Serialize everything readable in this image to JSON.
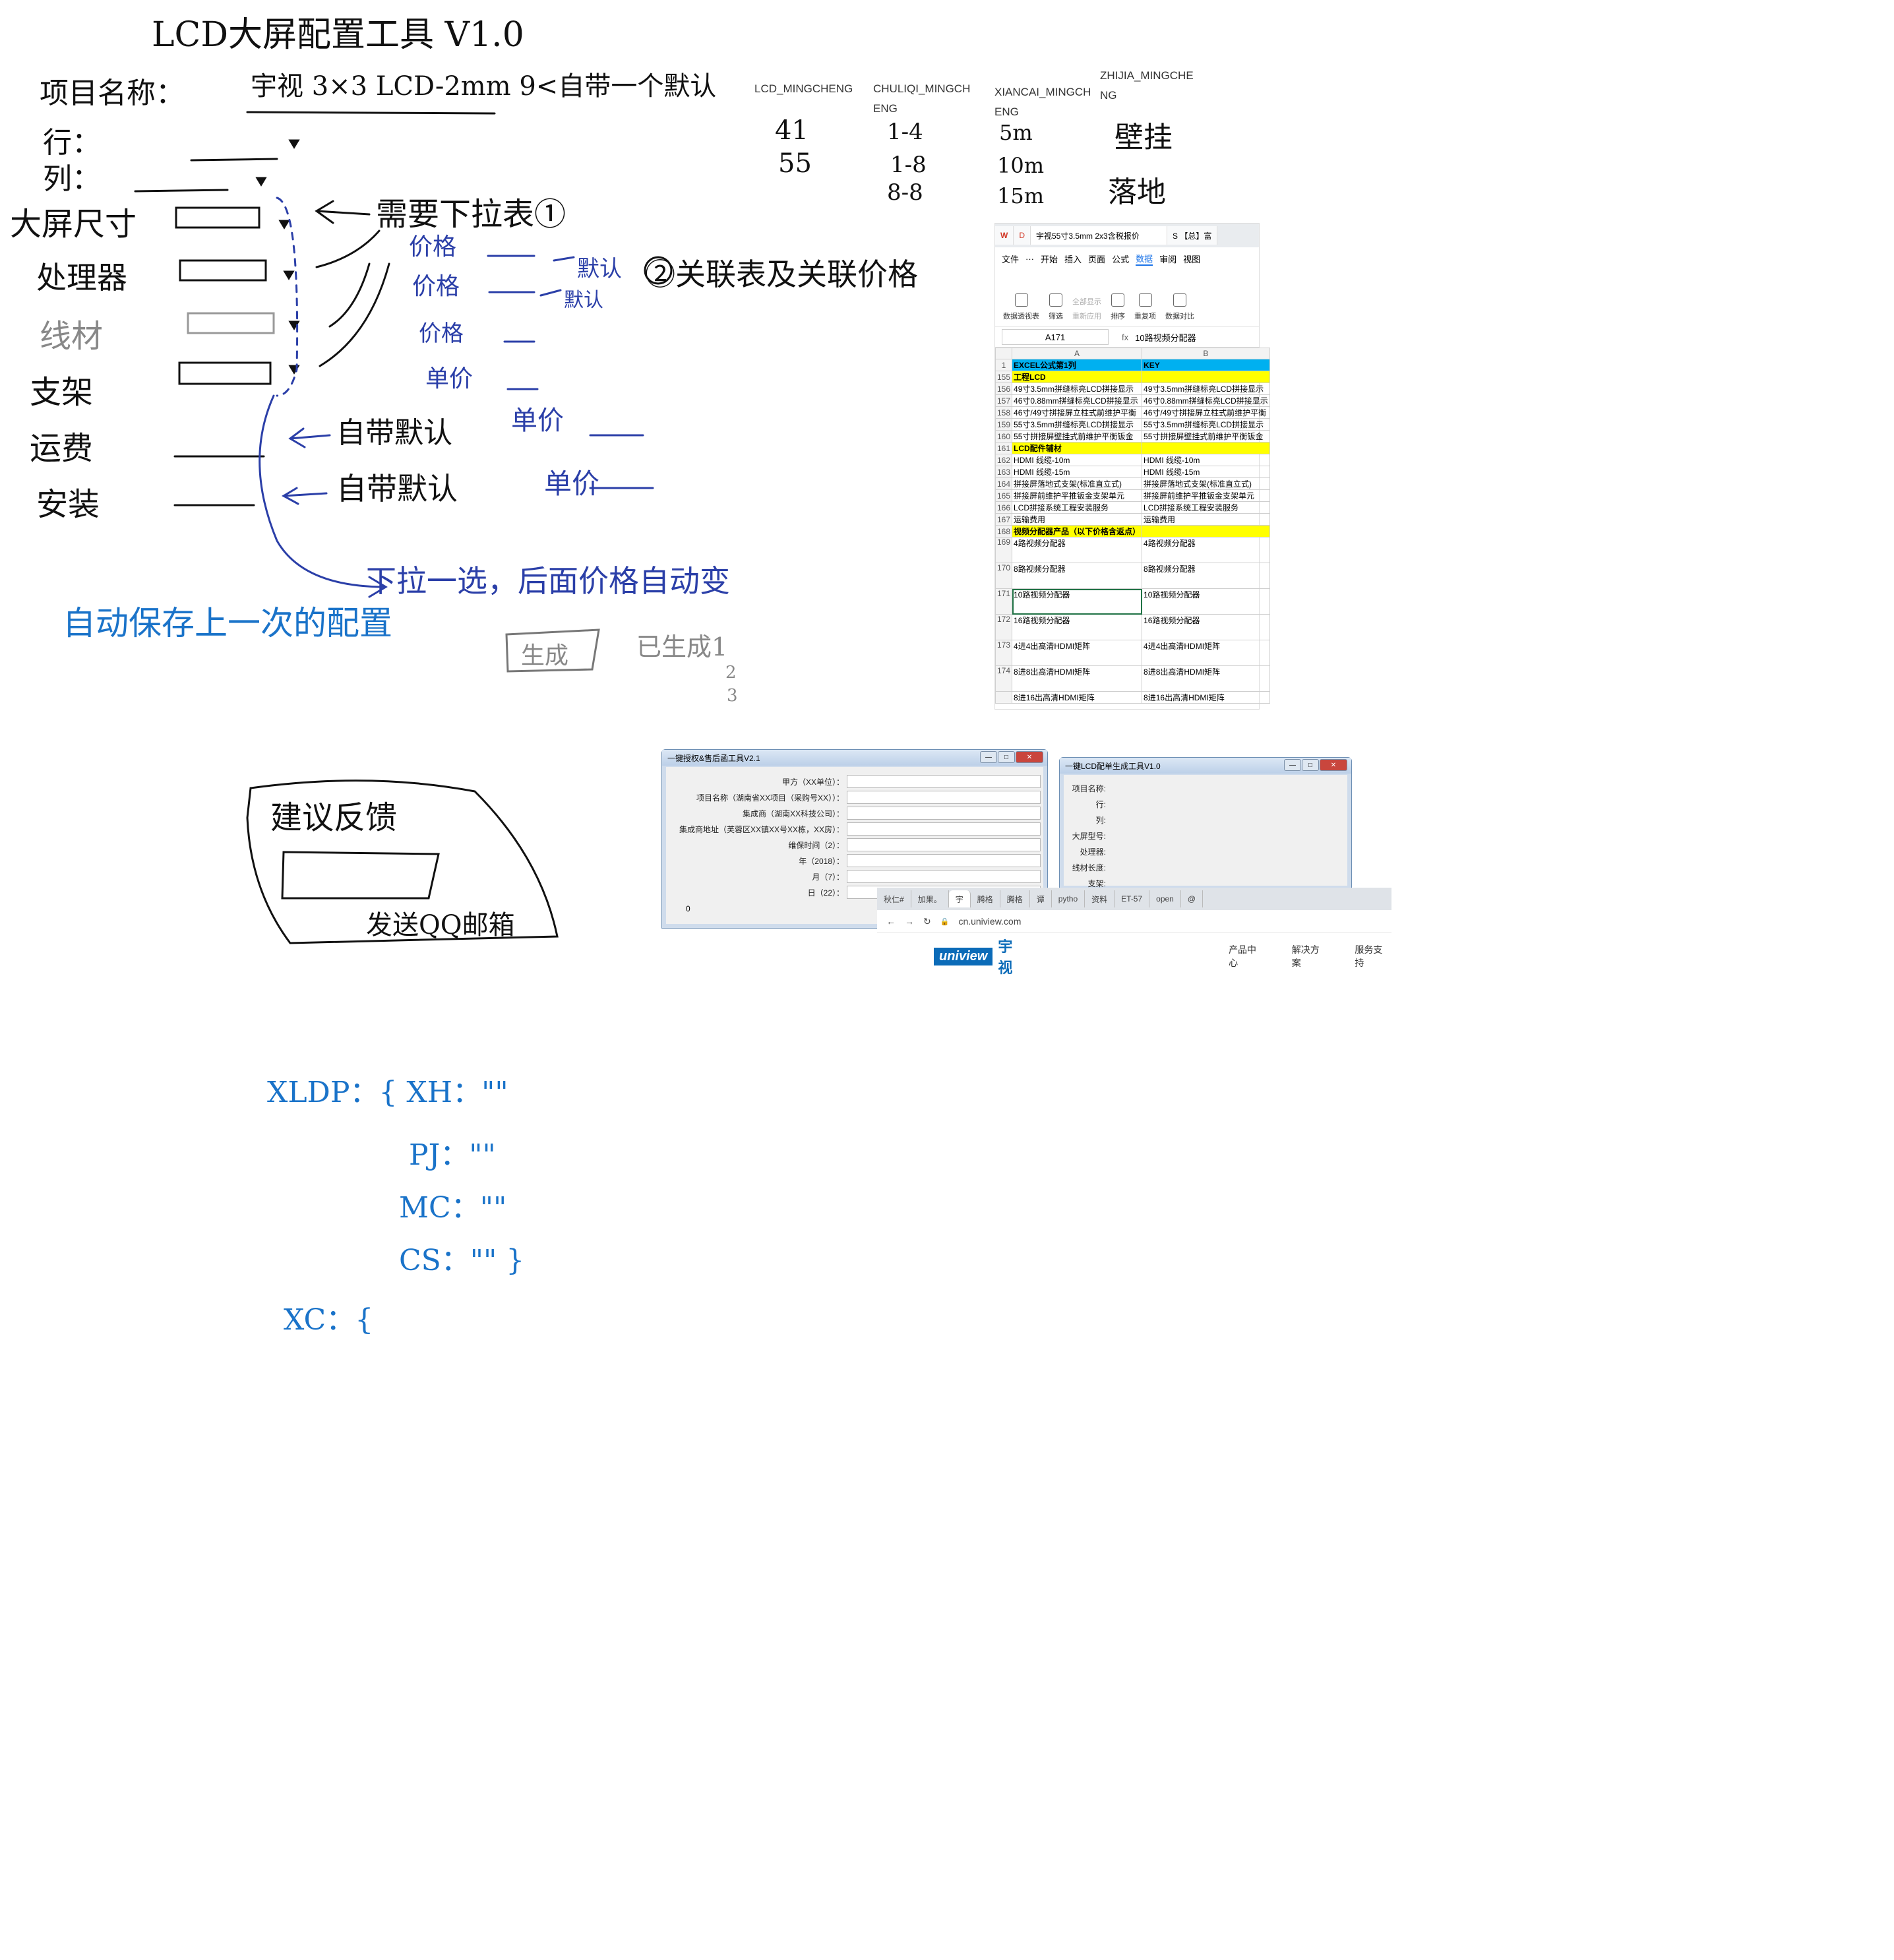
{
  "sketch": {
    "title": "LCD大屏配置工具 V1.0",
    "project_label": "项目名称：",
    "project_value": "宇视 3×3 LCD-2mm 9<自带一个默认",
    "row_label": "行：",
    "col_label": "列：",
    "size_label": "大屏尺寸",
    "processor_label": "处理器",
    "cable_label": "线材",
    "bracket_label": "支架",
    "freight_label": "运费",
    "install_label": "安装",
    "note_dropdown": "需要下拉表①",
    "price_1": "价格",
    "price_2": "价格",
    "price_3": "价格",
    "price_4": "单价",
    "note_default_1": "默认",
    "note_default_2": "默认",
    "note_related": "②关联表及关联价格",
    "note_freight": "自带默认",
    "note_freight_price": "单价",
    "note_install": "自带默认",
    "note_install_price": "单价",
    "note_auto_price": "下拉一选，后面价格自动变",
    "note_auto_save": "自动保存上一次的配置",
    "generate_button": "生成",
    "generated_note": "已生成1",
    "generated_2": "2",
    "generated_3": "3",
    "feedback_title": "建议反馈",
    "feedback_send": "发送QQ邮箱",
    "code_lines": [
      "XLDP：{ XH：\"\"",
      "PJ：\"\"",
      "MC：\"\"",
      "CS：\"\" }",
      "XC：{"
    ]
  },
  "data_table": {
    "headers": [
      "LCD_MINGCHENG",
      "CHULIQI_MINGCHENG",
      "XIANCAI_MINGCHENG",
      "ZHIJIA_MINGCHENG"
    ],
    "col1": [
      "41",
      "55"
    ],
    "col2": [
      "1-4",
      "1-8",
      "8-8"
    ],
    "col3": [
      "5m",
      "10m",
      "15m"
    ],
    "col4": [
      "壁挂",
      "落地"
    ]
  },
  "spreadsheet": {
    "tabs": [
      "W",
      "D",
      "宇视55寸3.5mm 2x3含税报价",
      "S 【总】富"
    ],
    "menu": [
      "文件",
      "···",
      "开始",
      "插入",
      "页面",
      "公式",
      "数据",
      "审阅",
      "视图"
    ],
    "active_menu": "数据",
    "tools": [
      "数据透视表",
      "筛选",
      "全部显示",
      "重新应用",
      "排序",
      "重复项",
      "数据对比"
    ],
    "namebox": "A171",
    "formula": "10路视频分配器",
    "col_headers": [
      "A",
      "B"
    ],
    "rows": [
      {
        "n": "1",
        "a": "EXCEL公式第1列",
        "b": "KEY",
        "style": "cyan"
      },
      {
        "n": "155",
        "a": "工程LCD",
        "b": "",
        "style": "yellow"
      },
      {
        "n": "156",
        "a": "49寸3.5mm拼缝标亮LCD拼接显示",
        "b": "49寸3.5mm拼缝标亮LCD拼接显示",
        "style": ""
      },
      {
        "n": "157",
        "a": "46寸0.88mm拼缝标亮LCD拼接显示",
        "b": "46寸0.88mm拼缝标亮LCD拼接显示",
        "style": ""
      },
      {
        "n": "158",
        "a": "46寸/49寸拼接屏立柱式前维护平衡",
        "b": "46寸/49寸拼接屏立柱式前维护平衡",
        "style": ""
      },
      {
        "n": "159",
        "a": "55寸3.5mm拼缝标亮LCD拼接显示",
        "b": "55寸3.5mm拼缝标亮LCD拼接显示",
        "style": ""
      },
      {
        "n": "160",
        "a": "55寸拼接屏壁挂式前维护平衡钣金",
        "b": "55寸拼接屏壁挂式前维护平衡钣金",
        "style": ""
      },
      {
        "n": "161",
        "a": "LCD配件辅材",
        "b": "",
        "style": "yellow"
      },
      {
        "n": "162",
        "a": "HDMI 线缆-10m",
        "b": "HDMI 线缆-10m",
        "style": ""
      },
      {
        "n": "163",
        "a": "HDMI 线缆-15m",
        "b": "HDMI 线缆-15m",
        "style": ""
      },
      {
        "n": "164",
        "a": "拼接屏落地式支架(标准直立式)",
        "b": "拼接屏落地式支架(标准直立式)",
        "style": ""
      },
      {
        "n": "165",
        "a": "拼接屏前维护平推钣金支架单元",
        "b": "拼接屏前维护平推钣金支架单元",
        "style": ""
      },
      {
        "n": "166",
        "a": "LCD拼接系统工程安装服务",
        "b": "LCD拼接系统工程安装服务",
        "style": ""
      },
      {
        "n": "167",
        "a": "运输费用",
        "b": "运输费用",
        "style": ""
      },
      {
        "n": "168",
        "a": "视频分配器产品（以下价格含返点）",
        "b": "",
        "style": "yellow"
      },
      {
        "n": "169",
        "a": "4路视频分配器",
        "b": "4路视频分配器",
        "style": "tall"
      },
      {
        "n": "170",
        "a": "8路视频分配器",
        "b": "8路视频分配器",
        "style": "tall"
      },
      {
        "n": "171",
        "a": "10路视频分配器",
        "b": "10路视频分配器",
        "style": "tall sel"
      },
      {
        "n": "172",
        "a": "16路视频分配器",
        "b": "16路视频分配器",
        "style": "tall"
      },
      {
        "n": "173",
        "a": "4进4出高清HDMI矩阵",
        "b": "4进4出高清HDMI矩阵",
        "style": "tall"
      },
      {
        "n": "174",
        "a": "8进8出高清HDMI矩阵",
        "b": "8进8出高清HDMI矩阵",
        "style": "tall"
      },
      {
        "n": "",
        "a": "8进16出高清HDMI矩阵",
        "b": "8进16出高清HDMI矩阵",
        "style": ""
      }
    ]
  },
  "win_auth": {
    "title": "一键授权&售后函工具V2.1",
    "fields": [
      "甲方（XX单位）：",
      "项目名称（湖南省XX项目（采购号XX））：",
      "集成商（湖南XX科技公司）：",
      "集成商地址（芙蓉区XX镇XX号XX栋，XX房）：",
      "维保时间（2）：",
      "年（2018）：",
      "月（7）：",
      "日（22）："
    ],
    "status": "0"
  },
  "win_config": {
    "title": "一键LCD配单生成工具V1.0",
    "fields": [
      "项目名称:",
      "行:",
      "列:",
      "大屏型号:",
      "处理器:",
      "线材长度:",
      "支架:"
    ]
  },
  "browser": {
    "tabs": [
      "秋仁#",
      "加果。",
      "宇",
      "腾格",
      "腾格",
      "谭",
      "pytho",
      "资料",
      "ET-57",
      "open",
      "@"
    ],
    "url": "cn.uniview.com",
    "logo_en": "uniview",
    "logo_cn": "宇视",
    "nav": [
      "产品中心",
      "解决方案",
      "服务支持"
    ]
  }
}
